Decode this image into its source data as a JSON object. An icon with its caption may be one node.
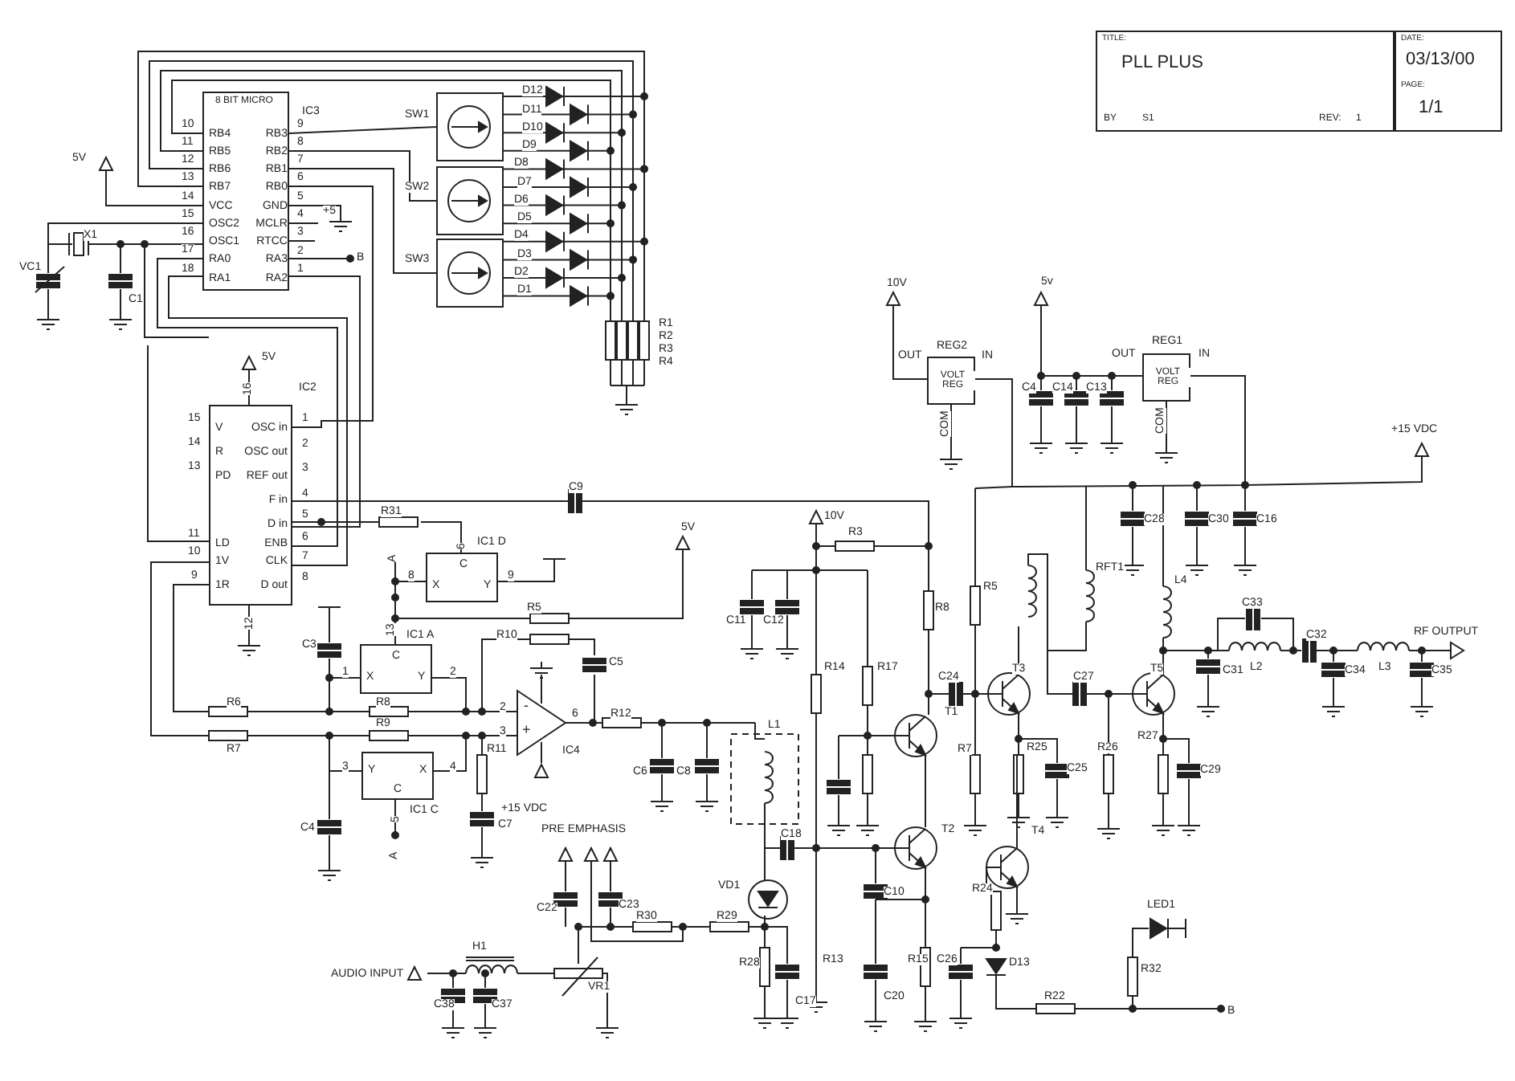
{
  "diagram": {
    "nodes": [
      {
        "text": [
          "8 BIT MICRO",
          "RB4",
          "RB5",
          "RB6",
          "RB7",
          "VCC",
          "OSC2",
          "OSC1",
          "RA0",
          "RA1",
          "RB3",
          "RB2",
          "RB1",
          "RB0",
          "GND",
          "MCLR",
          "RTCC",
          "RA3",
          "RA2"
        ],
        "beside": [
          "IC3"
        ]
      },
      {
        "text": [
          "TITLE:",
          "PLL PLUS",
          "BY",
          "S1",
          "REV:",
          "1"
        ]
      },
      {
        "text": [
          "DATE:",
          "03/13/00",
          "PAGE:",
          "1/1"
        ]
      },
      {
        "text": [
          "VOLT REG"
        ],
        "beside": [
          "REG2",
          "OUT",
          "IN",
          "COM"
        ]
      },
      {
        "text": [
          "VOLT REG"
        ],
        "beside": [
          "REG1",
          "OUT",
          "IN",
          "COM"
        ]
      },
      {
        "text": [
          "OSC in",
          "OSC out",
          "REF out",
          "F in",
          "D in",
          "ENB",
          "CLK",
          "D out",
          "V",
          "R",
          "PD",
          "LD",
          "1V",
          "1R"
        ],
        "beside": [
          "IC2"
        ]
      },
      {
        "text": [
          "C",
          "X",
          "Y"
        ],
        "beside": [
          "IC1 D"
        ]
      },
      {
        "text": [
          "C",
          "X",
          "Y"
        ],
        "beside": [
          "IC1 A"
        ]
      },
      {
        "text": [
          "-",
          "+"
        ],
        "beside": [
          "IC4"
        ]
      },
      {
        "text": [
          "Y",
          "X",
          "C"
        ],
        "beside": [
          "IC1 C"
        ]
      }
    ],
    "labels": [
      "10",
      "11",
      "12",
      "13",
      "14",
      "15",
      "16",
      "17",
      "18",
      "9",
      "8",
      "7",
      "6",
      "5",
      "4",
      "3",
      "2",
      "1",
      "+5",
      "B",
      "5V",
      "X1",
      "VC1",
      "C1",
      "SW1",
      "SW2",
      "SW3",
      "D12",
      "D11",
      "D10",
      "D9",
      "D8",
      "D7",
      "D6",
      "D5",
      "D4",
      "D3",
      "D2",
      "D1",
      "R1",
      "R2",
      "R3",
      "R4",
      "5V",
      "16",
      "15",
      "14",
      "13",
      "11",
      "10",
      "9",
      "1",
      "2",
      "3",
      "4",
      "5",
      "6",
      "7",
      "8",
      "12",
      "C9",
      "R31",
      "6",
      "A",
      "8",
      "9",
      "5V",
      "R5",
      "13",
      "C3",
      "1",
      "2",
      "R10",
      "C5",
      "R6",
      "R8",
      "R9",
      "R7",
      "2",
      "3",
      "6",
      "R12",
      "R11",
      "C6",
      "C8",
      "L1",
      "+15 VDC",
      "C7",
      "3",
      "4",
      "5",
      "A",
      "C4",
      "10V",
      "5v",
      "+15 VDC",
      "C4",
      "C14",
      "C13",
      "10V",
      "R3",
      "R8",
      "C11",
      "C12",
      "R14",
      "R17",
      "C24",
      "T1",
      "R5",
      "T3",
      "RFT1",
      "C27",
      "R7",
      "R25",
      "R26",
      "R27",
      "C25",
      "C29",
      "T5",
      "L4",
      "C28",
      "C30",
      "C16",
      "C33",
      "C32",
      "C31",
      "L2",
      "C34",
      "L3",
      "C35",
      "RF OUTPUT",
      "C18",
      "T2",
      "T4",
      "VD1",
      "PRE EMPHASIS",
      "C22",
      "C23",
      "R30",
      "R29",
      "R28",
      "C17",
      "R13",
      "C10",
      "C20",
      "R15",
      "C26",
      "R24",
      "D13",
      "LED1",
      "R32",
      "R22",
      "B",
      "VR1",
      "H1",
      "C38",
      "C37",
      "AUDIO INPUT"
    ],
    "edges": [
      {
        "from": 0,
        "to": 5,
        "arrow": "none"
      },
      {
        "from": 0,
        "to": 5,
        "arrow": "none"
      },
      {
        "from": 0,
        "to": 5,
        "arrow": "none"
      },
      {
        "from": 0,
        "to": 5,
        "arrow": "none"
      },
      {
        "from": 3,
        "to": 4,
        "arrow": "none"
      },
      {
        "from": 7,
        "to": 8,
        "arrow": "none"
      },
      {
        "from": 9,
        "to": 8,
        "arrow": "none"
      },
      {
        "from": 7,
        "to": 6,
        "arrow": "none"
      }
    ]
  }
}
